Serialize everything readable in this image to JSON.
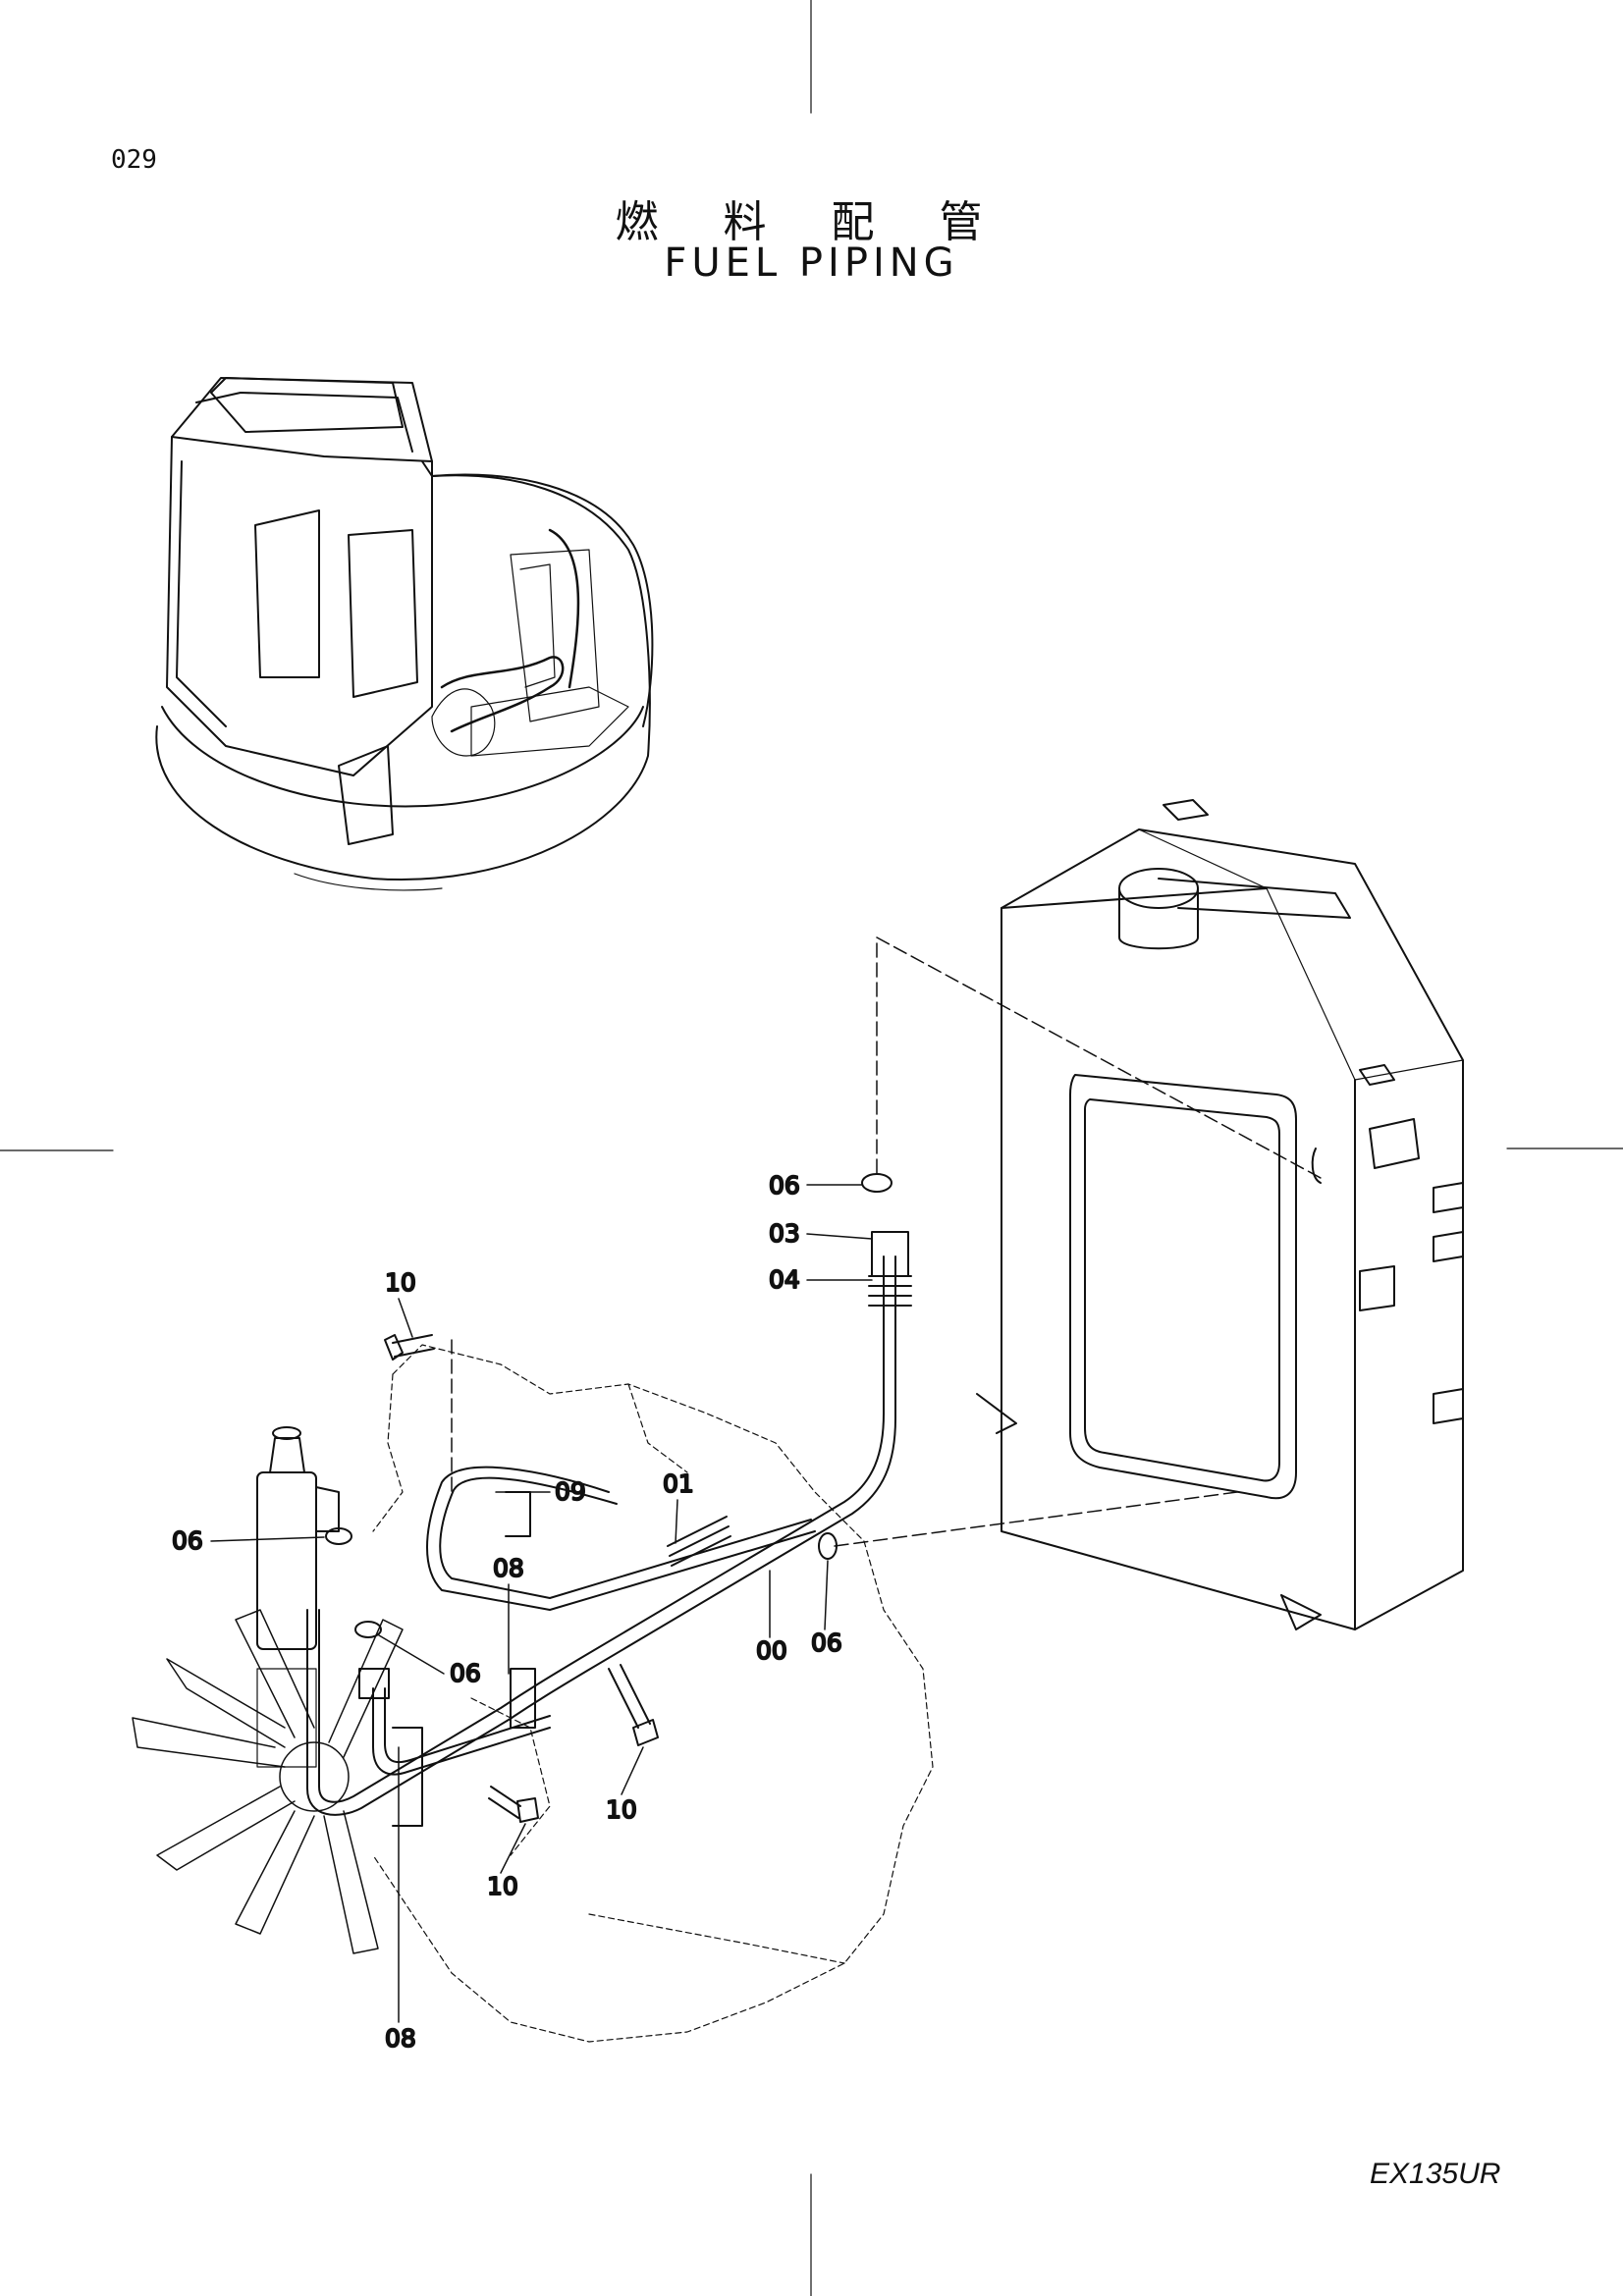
{
  "page_number": "029",
  "title_jp": "燃 料 配 管",
  "title_en": "FUEL PIPING",
  "model": "EX135UR",
  "callouts": [
    {
      "label": "06"
    },
    {
      "label": "03"
    },
    {
      "label": "04"
    },
    {
      "label": "10"
    },
    {
      "label": "09"
    },
    {
      "label": "01"
    },
    {
      "label": "06"
    },
    {
      "label": "08"
    },
    {
      "label": "06"
    },
    {
      "label": "00"
    },
    {
      "label": "06"
    },
    {
      "label": "10"
    },
    {
      "label": "10"
    },
    {
      "label": "08"
    }
  ]
}
